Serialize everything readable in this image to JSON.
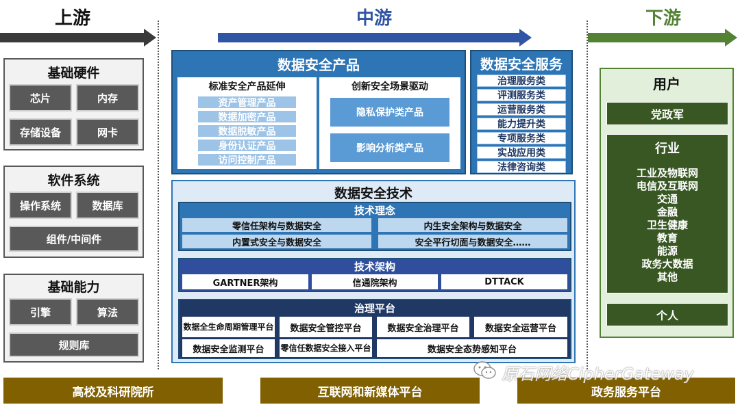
{
  "stages": {
    "upstream": "上游",
    "midstream": "中游",
    "downstream": "下游"
  },
  "colors": {
    "upstream_arrow": "#3a3a3a",
    "midstream_arrow": "#2f55a4",
    "downstream_arrow": "#548235",
    "brown_bar": "#806000"
  },
  "upstream": {
    "hardware": {
      "title": "基础硬件",
      "items": [
        "芯片",
        "内存",
        "存储设备",
        "网卡"
      ]
    },
    "software": {
      "title": "软件系统",
      "items": [
        "操作系统",
        "数据库",
        "组件/中间件"
      ]
    },
    "capability": {
      "title": "基础能力",
      "items": [
        "引擎",
        "算法",
        "规则库"
      ]
    }
  },
  "products": {
    "title": "数据安全产品",
    "standard": {
      "title": "标准安全产品延伸",
      "items": [
        "资产管理产品",
        "数据加密产品",
        "数据脱敏产品",
        "身份认证产品",
        "访问控制产品"
      ]
    },
    "innovation": {
      "title": "创新安全场景驱动",
      "items": [
        "隐私保护类产品",
        "影响分析类产品"
      ]
    }
  },
  "services": {
    "title": "数据安全服务",
    "items": [
      "治理服务类",
      "评测服务类",
      "运营服务类",
      "能力提升类",
      "专项服务类",
      "实战应用类",
      "法律咨询类"
    ]
  },
  "technology": {
    "title": "数据安全技术",
    "concept": {
      "title": "技术理念",
      "items": [
        "零信任架构与数据安全",
        "内生安全架构与数据安全",
        "内置式安全与数据安全",
        "安全平行切面与数据安全……"
      ]
    },
    "architecture": {
      "title": "技术架构",
      "items": [
        "GARTNER架构",
        "信通院架构",
        "DTTACK"
      ]
    },
    "platform": {
      "title": "治理平台",
      "items": [
        "数据全生命周期管理平台",
        "数据安全管控平台",
        "数据安全治理平台",
        "数据安全运营平台",
        "数据安全监测平台",
        "零信任数据安全接入平台",
        "数据安全态势感知平台"
      ]
    }
  },
  "downstream": {
    "title": "用户",
    "gov": "党政军",
    "industry": {
      "title": "行业",
      "items": [
        "工业及物联网",
        "电信及互联网",
        "交通",
        "金融",
        "卫生健康",
        "教育",
        "能源",
        "政务大数据",
        "其他"
      ]
    },
    "personal": "个人"
  },
  "bottom": [
    "高校及科研院所",
    "互联网和新媒体平台",
    "政务服务平台"
  ],
  "watermark": {
    "icon": "wechat-icon",
    "text": "原石网络CipherGateway"
  }
}
